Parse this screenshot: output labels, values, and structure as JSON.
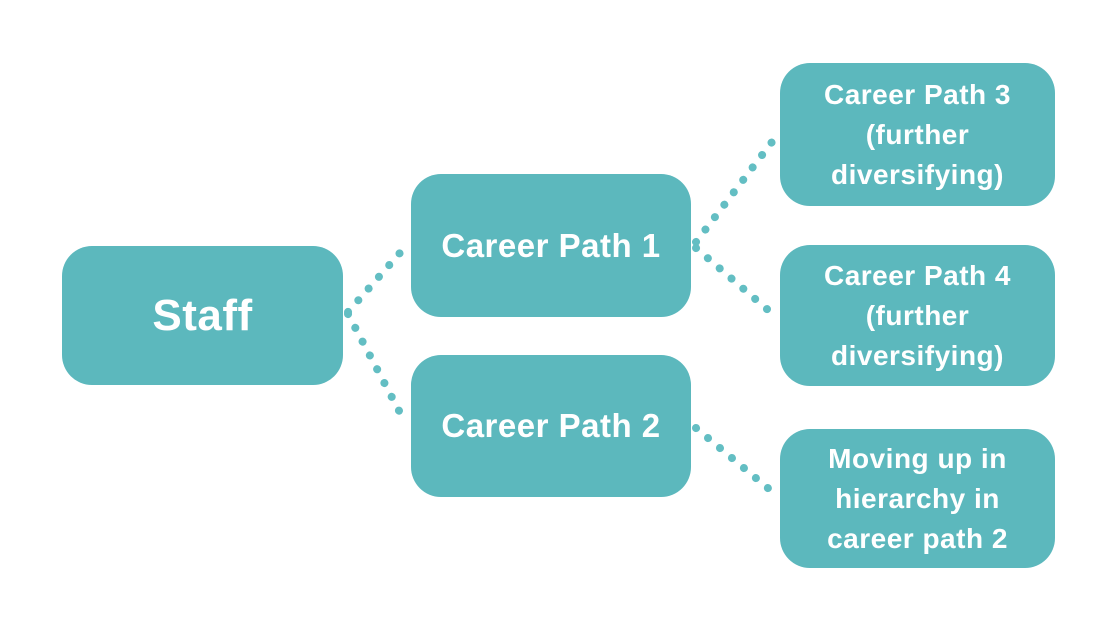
{
  "canvas": {
    "background_color": "#ffffff",
    "accent_color": "#5cb8bd",
    "connector_color": "#63bec3",
    "text_color": "#ffffff"
  },
  "diagram": {
    "type": "tree",
    "nodes": [
      {
        "id": "staff",
        "label": "Staff"
      },
      {
        "id": "cp1",
        "label": "Career Path 1"
      },
      {
        "id": "cp2",
        "label": "Career Path 2"
      },
      {
        "id": "cp3",
        "label": "Career Path 3\n(further\ndiversifying)"
      },
      {
        "id": "cp4",
        "label": "Career Path 4\n(further\ndiversifying)"
      },
      {
        "id": "move2",
        "label": "Moving up in\nhierarchy in\ncareer path 2"
      }
    ],
    "edges": [
      {
        "from": "staff",
        "to": "cp1",
        "style": "dotted"
      },
      {
        "from": "staff",
        "to": "cp2",
        "style": "dotted"
      },
      {
        "from": "cp1",
        "to": "cp3",
        "style": "dotted"
      },
      {
        "from": "cp1",
        "to": "cp4",
        "style": "dotted"
      },
      {
        "from": "cp2",
        "to": "move2",
        "style": "dotted"
      }
    ]
  }
}
